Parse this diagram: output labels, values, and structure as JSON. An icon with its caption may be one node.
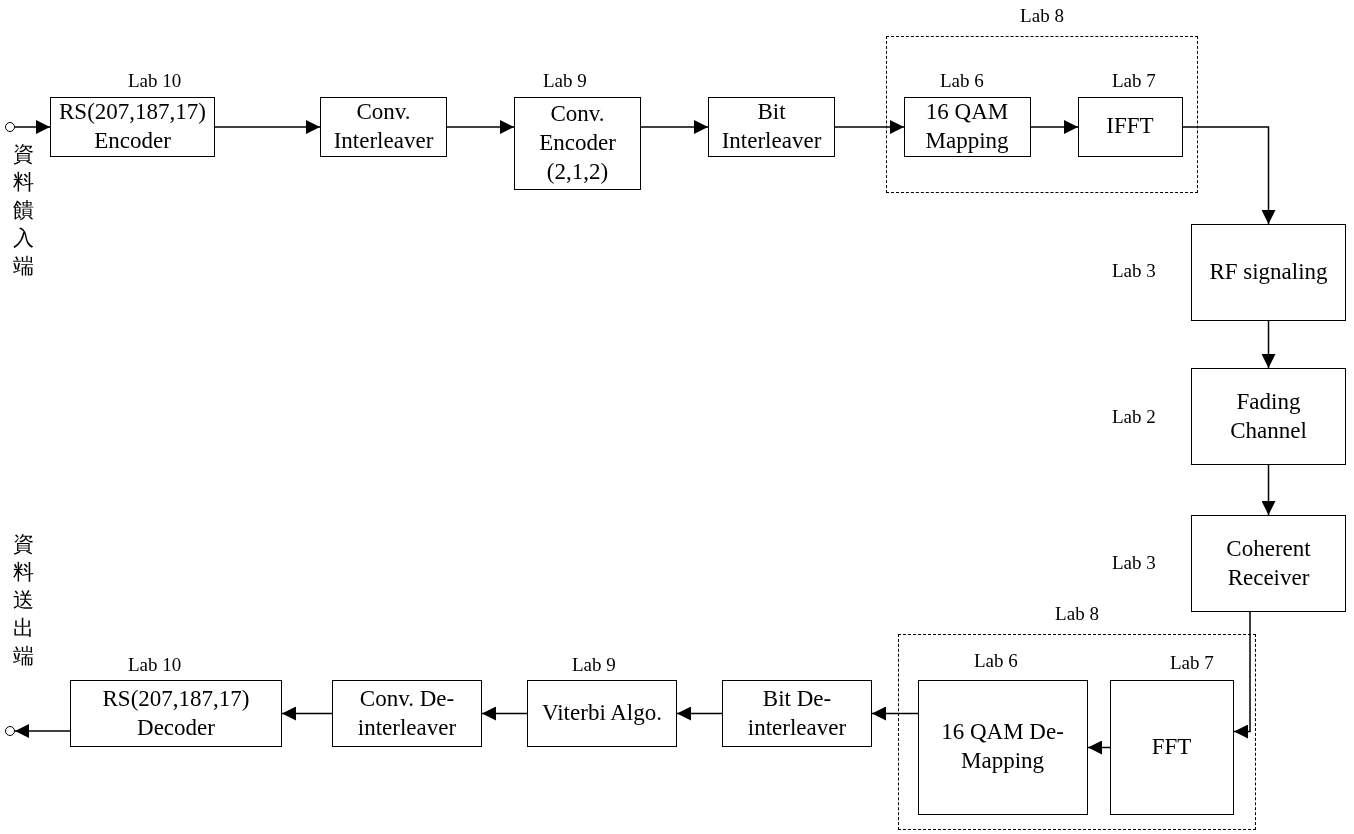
{
  "diagram": {
    "nodes": [
      {
        "text": [],
        "shape": "circle",
        "beside": [
          "資料饋入端"
        ]
      },
      {
        "text": [
          "RS(207,187,17) Encoder"
        ],
        "beside": [
          "Lab 10"
        ]
      },
      {
        "text": [
          "Conv. Interleaver"
        ]
      },
      {
        "text": [
          "Conv. Encoder (2,1,2)"
        ],
        "beside": [
          "Lab 9"
        ]
      },
      {
        "text": [
          "Bit Interleaver"
        ]
      },
      {
        "text": [
          "Lab 8"
        ]
      },
      {
        "text": [
          "16 QAM Mapping"
        ],
        "in": 5,
        "beside": [
          "Lab 6"
        ]
      },
      {
        "text": [
          "IFFT"
        ],
        "in": 5,
        "beside": [
          "Lab 7"
        ]
      },
      {
        "text": [
          "RF signaling"
        ],
        "beside": [
          "Lab 3"
        ]
      },
      {
        "text": [
          "Fading Channel"
        ],
        "beside": [
          "Lab 2"
        ]
      },
      {
        "text": [
          "Coherent Receiver"
        ],
        "beside": [
          "Lab 3"
        ]
      },
      {
        "text": [
          "Lab 8"
        ]
      },
      {
        "text": [
          "FFT"
        ],
        "in": 11,
        "beside": [
          "Lab 7"
        ]
      },
      {
        "text": [
          "16 QAM De-Mapping"
        ],
        "in": 11,
        "beside": [
          "Lab 6"
        ]
      },
      {
        "text": [
          "Bit De-interleaver"
        ]
      },
      {
        "text": [
          "Viterbi Algo."
        ],
        "beside": [
          "Lab 9"
        ]
      },
      {
        "text": [
          "Conv. De-interleaver"
        ]
      },
      {
        "text": [
          "RS(207,187,17) Decoder"
        ],
        "beside": [
          "Lab 10"
        ]
      },
      {
        "text": [],
        "shape": "circle",
        "beside": [
          "資料送出端"
        ]
      }
    ],
    "edges": [
      {
        "from": 0,
        "to": 1,
        "arrow": "to"
      },
      {
        "from": 1,
        "to": 2,
        "arrow": "to"
      },
      {
        "from": 2,
        "to": 3,
        "arrow": "to"
      },
      {
        "from": 3,
        "to": 4,
        "arrow": "to"
      },
      {
        "from": 4,
        "to": 6,
        "arrow": "to"
      },
      {
        "from": 6,
        "to": 7,
        "arrow": "to"
      },
      {
        "from": 7,
        "to": 8,
        "arrow": "to"
      },
      {
        "from": 8,
        "to": 9,
        "arrow": "to"
      },
      {
        "from": 9,
        "to": 10,
        "arrow": "to"
      },
      {
        "from": 10,
        "to": 12,
        "arrow": "to"
      },
      {
        "from": 12,
        "to": 13,
        "arrow": "to"
      },
      {
        "from": 13,
        "to": 14,
        "arrow": "to"
      },
      {
        "from": 14,
        "to": 15,
        "arrow": "to"
      },
      {
        "from": 15,
        "to": 16,
        "arrow": "to"
      },
      {
        "from": 16,
        "to": 17,
        "arrow": "to"
      },
      {
        "from": 17,
        "to": 18,
        "arrow": "to"
      }
    ]
  }
}
